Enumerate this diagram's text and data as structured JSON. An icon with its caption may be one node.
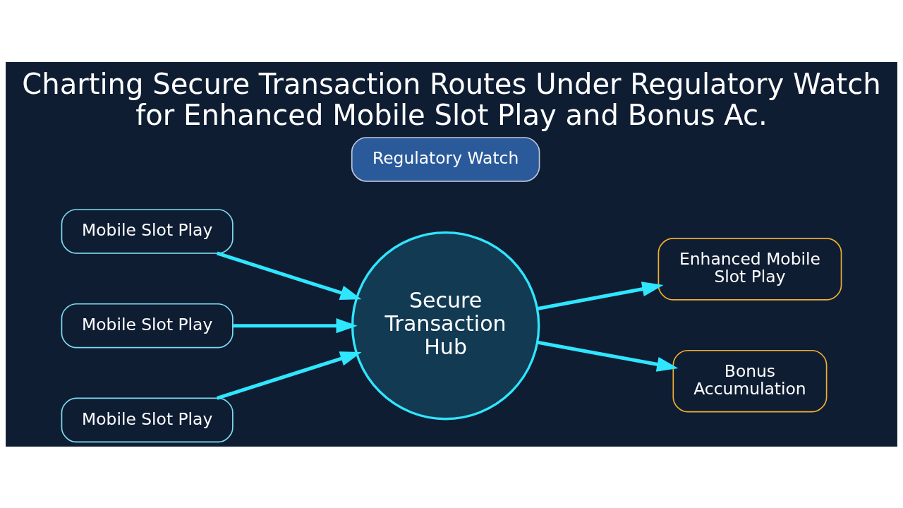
{
  "diagram": {
    "title": "Charting Secure Transaction Routes Under Regulatory Watch",
    "caption": "for Enhanced Mobile Slot Play and Bonus Ac.",
    "nodes": [
      {
        "text": [
          "Mobile Slot Play"
        ]
      },
      {
        "text": [
          "Mobile Slot Play"
        ]
      },
      {
        "text": [
          "Mobile Slot Play"
        ]
      },
      {
        "text": [
          "Regulatory Watch"
        ]
      },
      {
        "text": [
          "Secure Transaction Hub"
        ]
      },
      {
        "text": [
          "Enhanced Mobile Slot Play"
        ]
      },
      {
        "text": [
          "Bonus Accumulation"
        ]
      }
    ],
    "edges": [
      {
        "from": 0,
        "to": 4,
        "arrow": "to"
      },
      {
        "from": 1,
        "to": 4,
        "arrow": "to"
      },
      {
        "from": 2,
        "to": 4,
        "arrow": "to"
      },
      {
        "from": 4,
        "to": 5,
        "arrow": "to"
      },
      {
        "from": 4,
        "to": 6,
        "arrow": "to"
      }
    ]
  }
}
